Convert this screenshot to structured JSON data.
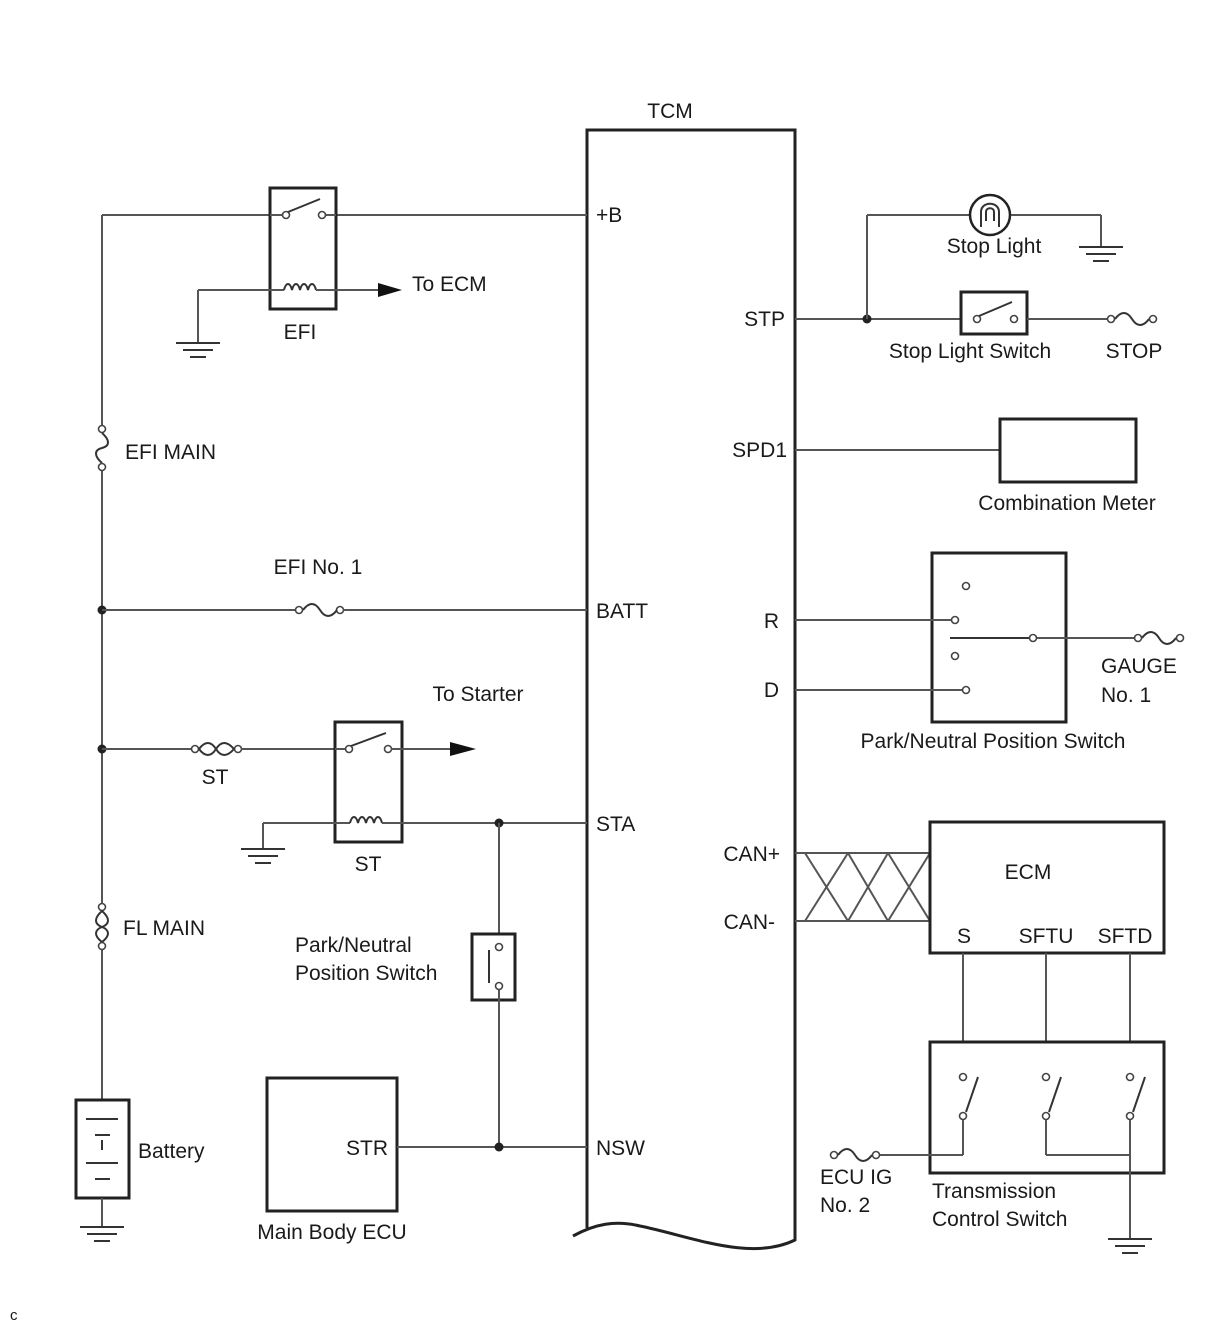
{
  "tcm": {
    "title": "TCM",
    "pins": {
      "b": "+B",
      "stp": "STP",
      "spd1": "SPD1",
      "batt": "BATT",
      "r": "R",
      "d": "D",
      "sta": "STA",
      "canp": "CAN+",
      "canm": "CAN-",
      "nsw": "NSW"
    }
  },
  "left": {
    "efi_relay": "EFI",
    "to_ecm": "To ECM",
    "efi_main": "EFI MAIN",
    "efi_no1": "EFI No. 1",
    "to_starter": "To Starter",
    "st_fuse": "ST",
    "st_relay": "ST",
    "fl_main": "FL MAIN",
    "pnp_switch_line1": "Park/Neutral",
    "pnp_switch_line2": "Position Switch",
    "battery": "Battery",
    "main_body_ecu": "Main Body ECU",
    "str": "STR"
  },
  "right": {
    "stop_light": "Stop Light",
    "stop_light_switch": "Stop Light Switch",
    "stop_fuse": "STOP",
    "combination_meter": "Combination Meter",
    "gauge_line1": "GAUGE",
    "gauge_line2": "No. 1",
    "pnp_switch": "Park/Neutral Position Switch",
    "ecm": "ECM",
    "ecm_s": "S",
    "ecm_sftu": "SFTU",
    "ecm_sftd": "SFTD",
    "ecu_ig_line1": "ECU IG",
    "ecu_ig_line2": "No. 2",
    "tcs_line1": "Transmission",
    "tcs_line2": "Control Switch"
  },
  "footer_mark": "c"
}
